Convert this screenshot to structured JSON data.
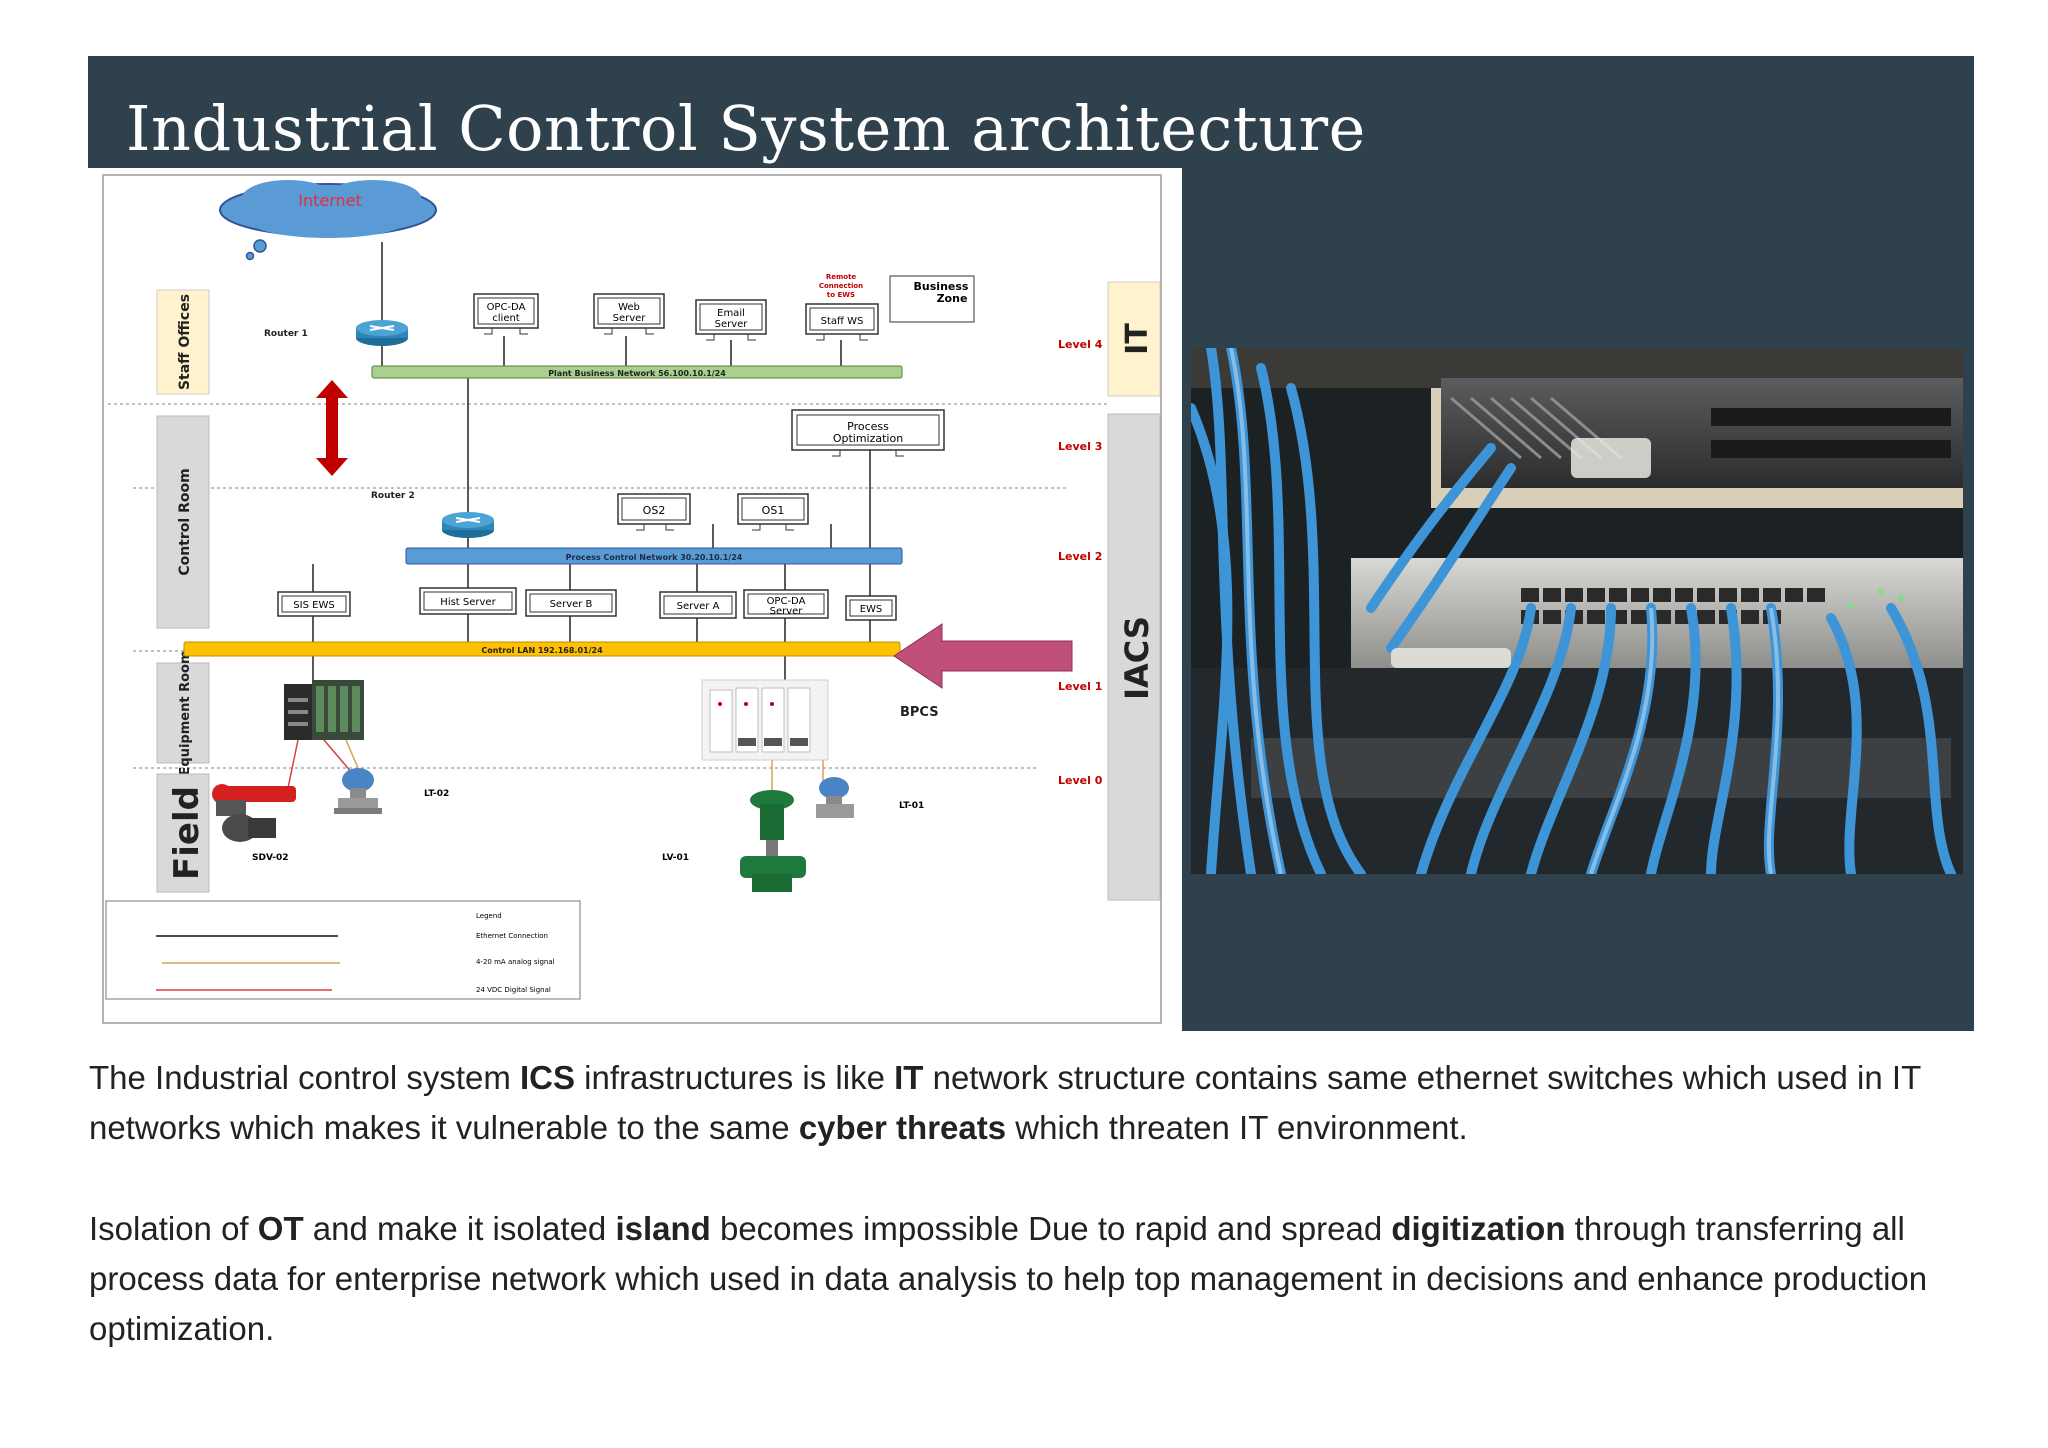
{
  "title": "Industrial Control System architecture",
  "diagram": {
    "internet": "Internet",
    "zones": {
      "staff_offices": "Staff Offices",
      "control_room": "Control Room",
      "equipment_room": "Equipment Room",
      "field": "Field",
      "it": "IT",
      "iacs": "IACS"
    },
    "levels": [
      "Level 4",
      "Level 3",
      "Level 2",
      "Level 1",
      "Level 0"
    ],
    "router1": "Router 1",
    "router2": "Router 2",
    "remote_connection": [
      "Remote",
      "Connection",
      "to EWS"
    ],
    "business_zone": [
      "Business",
      "Zone"
    ],
    "level4_nodes": [
      [
        "OPC-DA",
        "client"
      ],
      [
        "Web",
        "Server"
      ],
      [
        "Email",
        "Server"
      ],
      [
        "Staff WS"
      ]
    ],
    "plant_business_network": "Plant Business Network 56.100.10.1/24",
    "process_optimization": [
      "Process",
      "Optimization"
    ],
    "os_nodes": [
      "OS2",
      "OS1"
    ],
    "process_control_network": "Process Control Network 30.20.10.1/24",
    "level1_nodes": [
      [
        "SIS EWS"
      ],
      [
        "Hist Server"
      ],
      [
        "Server B"
      ],
      [
        "Server A"
      ],
      [
        "OPC-DA",
        "Server"
      ],
      [
        "EWS"
      ]
    ],
    "control_lan": "Control LAN 192.168.01/24",
    "bpcs": "BPCS",
    "field_devices": {
      "lt02": "LT-02",
      "sdv02": "SDV-02",
      "lv01": "LV-01",
      "lt01": "LT-01"
    },
    "legend": {
      "title": "Legend",
      "items": [
        {
          "label": "Ethernet Connection",
          "color": "#111111"
        },
        {
          "label": "4-20 mA analog signal",
          "color": "#d9a05a"
        },
        {
          "label": "24 VDC Digital Signal",
          "color": "#d84040"
        }
      ]
    }
  },
  "paragraphs": [
    {
      "segments": [
        {
          "text": "The Industrial control system ",
          "bold": false
        },
        {
          "text": "ICS",
          "bold": true
        },
        {
          "text": " infrastructures is like ",
          "bold": false
        },
        {
          "text": "IT",
          "bold": true
        },
        {
          "text": " network structure contains same ethernet switches which used in IT networks which makes it vulnerable to the same ",
          "bold": false
        },
        {
          "text": "cyber threats",
          "bold": true
        },
        {
          "text": " which threaten IT environment.",
          "bold": false
        }
      ]
    },
    {
      "segments": [
        {
          "text": "Isolation of ",
          "bold": false
        },
        {
          "text": "OT",
          "bold": true
        },
        {
          "text": " and make it isolated ",
          "bold": false
        },
        {
          "text": "island",
          "bold": true
        },
        {
          "text": " becomes impossible Due to rapid and spread ",
          "bold": false
        },
        {
          "text": "digitization",
          "bold": true
        },
        {
          "text": " through transferring all process data for enterprise network which used in data analysis to help top management in decisions and enhance production optimization.",
          "bold": false
        }
      ]
    }
  ],
  "colors": {
    "panel": "#2e414c",
    "plant_network": "#a9d08e",
    "process_network": "#5b9bd5",
    "control_lan": "#ffc000",
    "level_label": "#c00000",
    "internet_cloud": "#5b9bd5",
    "arrow_red": "#c00000",
    "arrow_pink": "#c0507a"
  }
}
